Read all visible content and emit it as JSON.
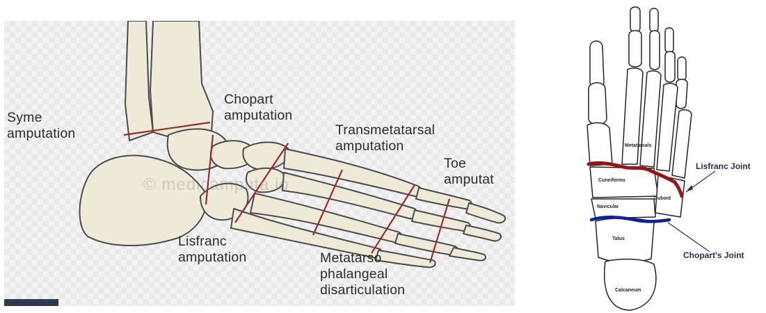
{
  "left_panel": {
    "watermark": "© medicamputa.io",
    "labels": {
      "syme": "Syme\namputation",
      "chopart": "Chopart\namputation",
      "transmetatarsal": "Transmetatarsal\namputation",
      "toe": "Toe\namputat",
      "lisfranc": "Lisfranc\namputation",
      "metatarso": "Metatarso\nphalangeal\ndisarticulation"
    },
    "colors": {
      "cut_line": "#9b2a2a",
      "bone_fill": "#efe9d8",
      "bone_stroke": "#4a4a4a"
    }
  },
  "right_panel": {
    "bone_labels": {
      "metatarsals": "Metatarsals",
      "cuneiforms": "Cuneiforms",
      "navicular": "Navicular",
      "cuboid": "Cuboid",
      "talus": "Talus",
      "calcaneum": "Calcaneum"
    },
    "joint_labels": {
      "lisfranc": "Lisfranc Joint",
      "chopart": "Chopart's Joint"
    },
    "colors": {
      "lisfranc_line": "#9a1414",
      "chopart_line": "#0c1f9c",
      "label_text": "#2a2a55"
    }
  }
}
